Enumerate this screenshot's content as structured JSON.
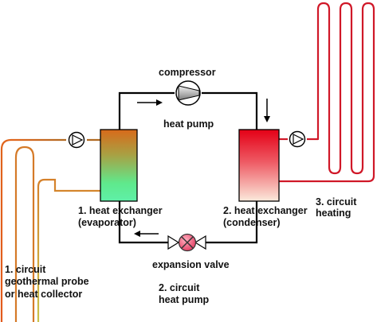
{
  "labels": {
    "compressor": "compressor",
    "heat_pump": "heat pump",
    "hx1_line1": "1. heat exchanger",
    "hx1_line2": "(evaporator)",
    "hx2_line1": "2. heat exchanger",
    "hx2_line2": "(condenser)",
    "circuit3_line1": "3. circuit",
    "circuit3_line2": "heating",
    "expansion_valve": "expansion valve",
    "circuit1_line1": "1. circuit",
    "circuit1_line2": "geothermal probe",
    "circuit1_line3": "or heat collector",
    "circuit2_line1": "2. circuit",
    "circuit2_line2": "heat pump"
  },
  "icons": {
    "compressor": "compressor-icon",
    "pump_left": "pump-icon",
    "pump_right": "pump-icon",
    "valve": "expansion-valve-icon",
    "arrows": "flow-arrow-icon"
  },
  "colors": {
    "pipe_heat_pump": "#000000",
    "pipe_ground_warm": "#e05a18",
    "pipe_ground_cool": "#9ed36a",
    "pipe_heating": "#d01828",
    "evaporator_top": "#d86a1a",
    "evaporator_bottom": "#5ff0a8",
    "condenser_top": "#e40016",
    "condenser_bottom": "#fbeadc",
    "valve": "#f04a6a"
  }
}
